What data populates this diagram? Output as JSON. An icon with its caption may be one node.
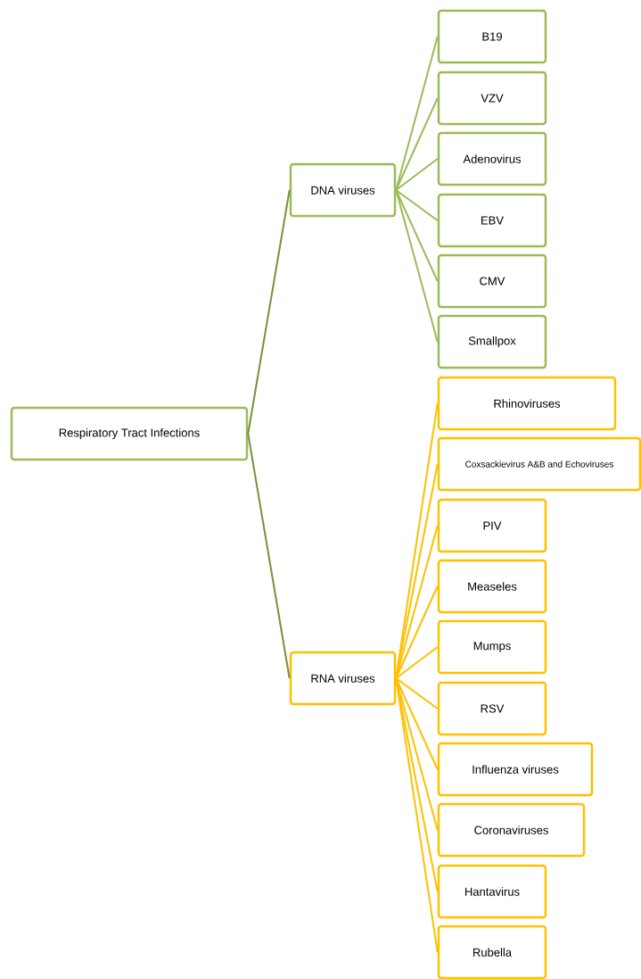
{
  "diagram": {
    "nodes": [
      {
        "text": [
          "Respiratory Tract Infections"
        ]
      },
      {
        "text": [
          "DNA viruses"
        ]
      },
      {
        "text": [
          "B19"
        ]
      },
      {
        "text": [
          "VZV"
        ]
      },
      {
        "text": [
          "Adenovirus"
        ]
      },
      {
        "text": [
          "EBV"
        ]
      },
      {
        "text": [
          "CMV"
        ]
      },
      {
        "text": [
          "Smallpox"
        ]
      },
      {
        "text": [
          "RNA viruses"
        ]
      },
      {
        "text": [
          "Rhinoviruses"
        ]
      },
      {
        "text": [
          "Coxsackievirus A&B and Echoviruses"
        ]
      },
      {
        "text": [
          "PIV"
        ]
      },
      {
        "text": [
          "Measeles"
        ]
      },
      {
        "text": [
          "Mumps"
        ]
      },
      {
        "text": [
          "RSV"
        ]
      },
      {
        "text": [
          "Influenza viruses"
        ]
      },
      {
        "text": [
          "Coronaviruses"
        ]
      },
      {
        "text": [
          "Hantavirus"
        ]
      },
      {
        "text": [
          "Rubella"
        ]
      }
    ],
    "edges": [
      {
        "from": 0,
        "to": 1,
        "arrow": "none",
        "color": "#76923c"
      },
      {
        "from": 0,
        "to": 8,
        "arrow": "none",
        "color": "#76923c"
      },
      {
        "from": 1,
        "to": 2,
        "arrow": "none",
        "color": "#9bbb59"
      },
      {
        "from": 1,
        "to": 3,
        "arrow": "none",
        "color": "#9bbb59"
      },
      {
        "from": 1,
        "to": 4,
        "arrow": "none",
        "color": "#9bbb59"
      },
      {
        "from": 1,
        "to": 5,
        "arrow": "none",
        "color": "#9bbb59"
      },
      {
        "from": 1,
        "to": 6,
        "arrow": "none",
        "color": "#9bbb59"
      },
      {
        "from": 1,
        "to": 7,
        "arrow": "none",
        "color": "#9bbb59"
      },
      {
        "from": 8,
        "to": 9,
        "arrow": "none",
        "color": "#ffc000"
      },
      {
        "from": 8,
        "to": 10,
        "arrow": "none",
        "color": "#ffc000"
      },
      {
        "from": 8,
        "to": 11,
        "arrow": "none",
        "color": "#ffc000"
      },
      {
        "from": 8,
        "to": 12,
        "arrow": "none",
        "color": "#ffc000"
      },
      {
        "from": 8,
        "to": 13,
        "arrow": "none",
        "color": "#ffc000"
      },
      {
        "from": 8,
        "to": 14,
        "arrow": "none",
        "color": "#ffc000"
      },
      {
        "from": 8,
        "to": 15,
        "arrow": "none",
        "color": "#ffc000"
      },
      {
        "from": 8,
        "to": 16,
        "arrow": "none",
        "color": "#ffc000"
      },
      {
        "from": 8,
        "to": 17,
        "arrow": "none",
        "color": "#ffc000"
      },
      {
        "from": 8,
        "to": 18,
        "arrow": "none",
        "color": "#ffc000"
      }
    ]
  }
}
